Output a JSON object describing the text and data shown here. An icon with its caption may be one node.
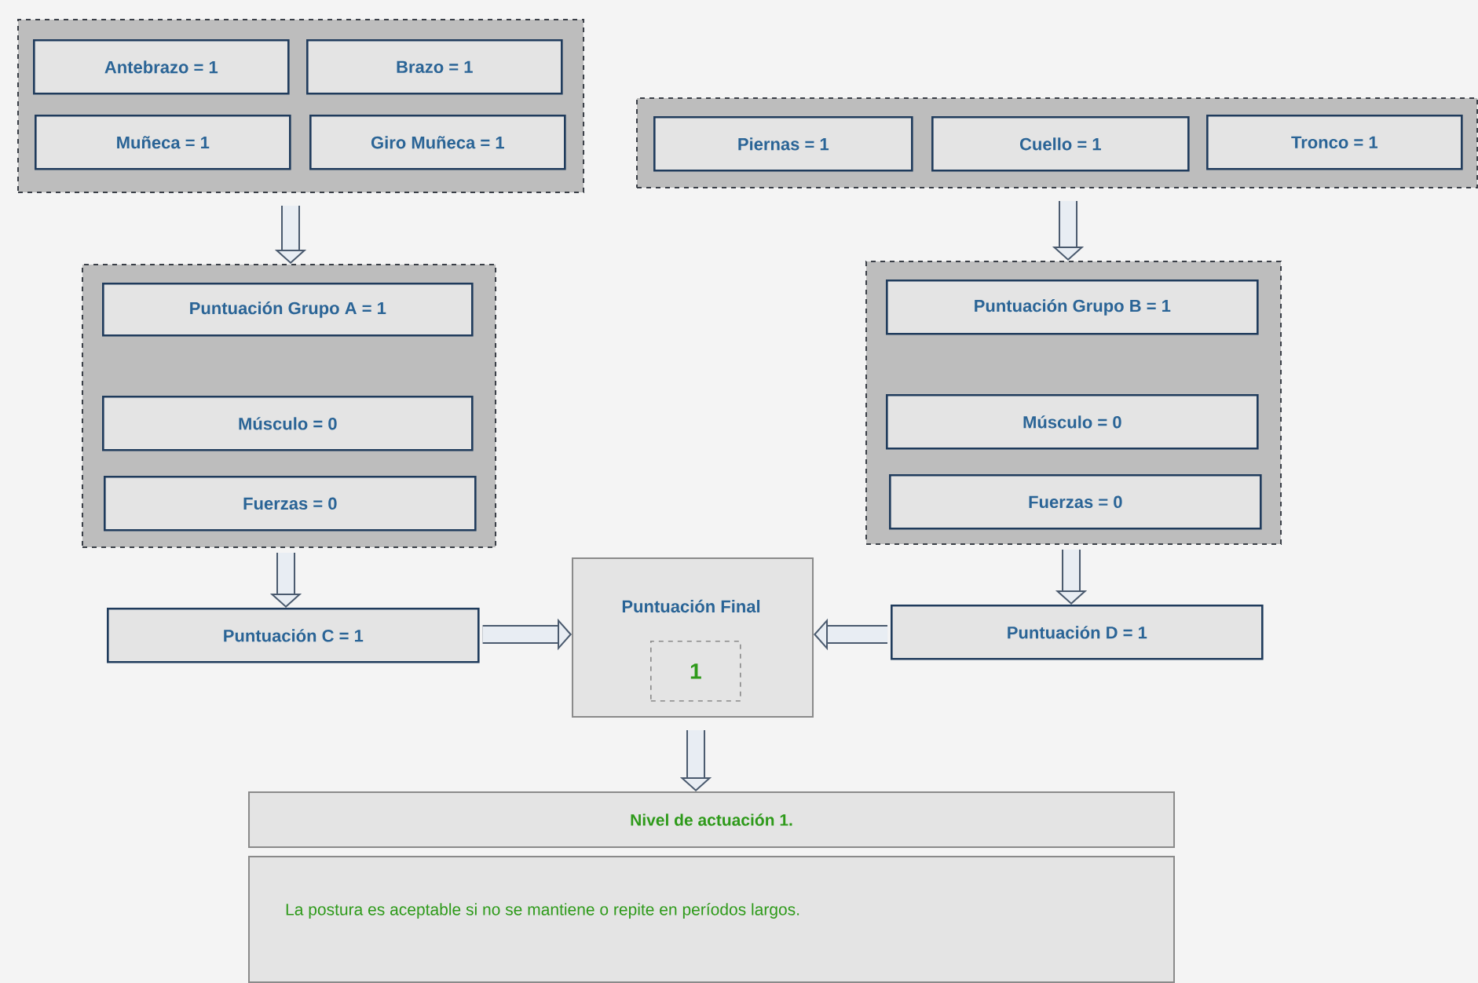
{
  "diagram": {
    "nodes": [
      {
        "text": [],
        "shape": "box"
      },
      {
        "text": [
          "Antebrazo = 1"
        ],
        "in": 0
      },
      {
        "text": [
          "Brazo = 1"
        ],
        "in": 0
      },
      {
        "text": [
          "Muñeca = 1"
        ],
        "in": 0
      },
      {
        "text": [
          "Giro Muñeca = 1"
        ],
        "in": 0
      },
      {
        "text": [],
        "shape": "box"
      },
      {
        "text": [
          "Piernas = 1"
        ],
        "in": 5
      },
      {
        "text": [
          "Cuello = 1"
        ],
        "in": 5
      },
      {
        "text": [
          "Tronco = 1"
        ],
        "in": 5
      },
      {
        "text": [],
        "shape": "box"
      },
      {
        "text": [
          "Puntuación Grupo A = 1"
        ],
        "in": 9
      },
      {
        "text": [
          "Músculo = 0"
        ],
        "in": 9
      },
      {
        "text": [
          "Fuerzas = 0"
        ],
        "in": 9
      },
      {
        "text": [],
        "shape": "box"
      },
      {
        "text": [
          "Puntuación Grupo B = 1"
        ],
        "in": 13
      },
      {
        "text": [
          "Músculo = 0"
        ],
        "in": 13
      },
      {
        "text": [
          "Fuerzas = 0"
        ],
        "in": 13
      },
      {
        "text": [
          "Puntuación C = 1"
        ]
      },
      {
        "text": [
          "Puntuación Final"
        ]
      },
      {
        "text": [
          "1"
        ],
        "in": 18
      },
      {
        "text": [
          "Puntuación D = 1"
        ]
      },
      {
        "text": [
          "Nivel de actuación 1."
        ]
      },
      {
        "text": [
          "La postura es aceptable si no se mantiene o repite en períodos largos."
        ]
      }
    ],
    "edges": [
      {
        "from": 0,
        "to": 9,
        "arrow": "to"
      },
      {
        "from": 5,
        "to": 13,
        "arrow": "to"
      },
      {
        "from": 9,
        "to": 17,
        "arrow": "to"
      },
      {
        "from": 13,
        "to": 20,
        "arrow": "to"
      },
      {
        "from": 17,
        "to": 18,
        "arrow": "to"
      },
      {
        "from": 20,
        "to": 18,
        "arrow": "to"
      },
      {
        "from": 18,
        "to": 21,
        "arrow": "to"
      }
    ]
  }
}
